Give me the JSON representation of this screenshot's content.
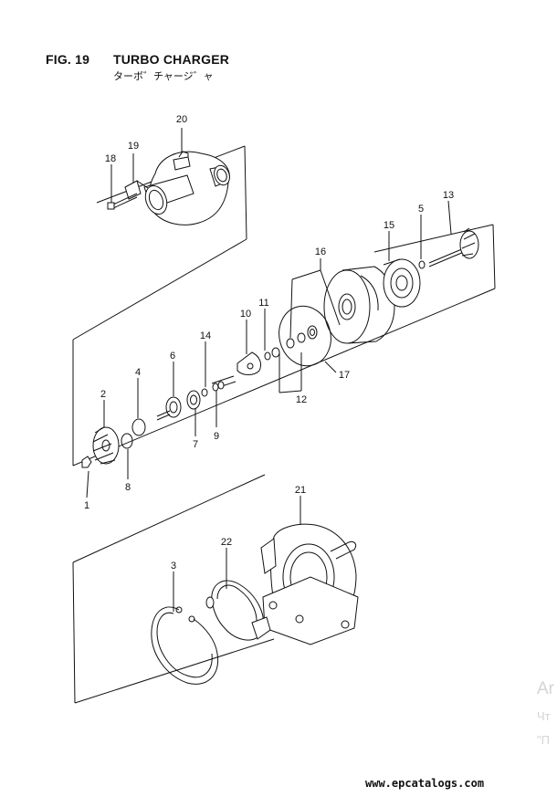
{
  "header": {
    "fig": "FIG. 19",
    "title": "TURBO CHARGER",
    "subtitle": "ターボ゛チャージ゛ャ"
  },
  "callouts": {
    "c1": "1",
    "c2": "2",
    "c3": "3",
    "c4": "4",
    "c5": "5",
    "c6": "6",
    "c7": "7",
    "c8": "8",
    "c9": "9",
    "c10": "10",
    "c11": "11",
    "c12": "12",
    "c13": "13",
    "c14": "14",
    "c15": "15",
    "c16": "16",
    "c17": "17",
    "c18": "18",
    "c19": "19",
    "c20": "20",
    "c21": "21",
    "c22": "22"
  },
  "watermark": {
    "line1": "Ar",
    "line2": "Чт",
    "line3": "\"П"
  },
  "footer": {
    "url": "www.epcatalogs.com"
  }
}
